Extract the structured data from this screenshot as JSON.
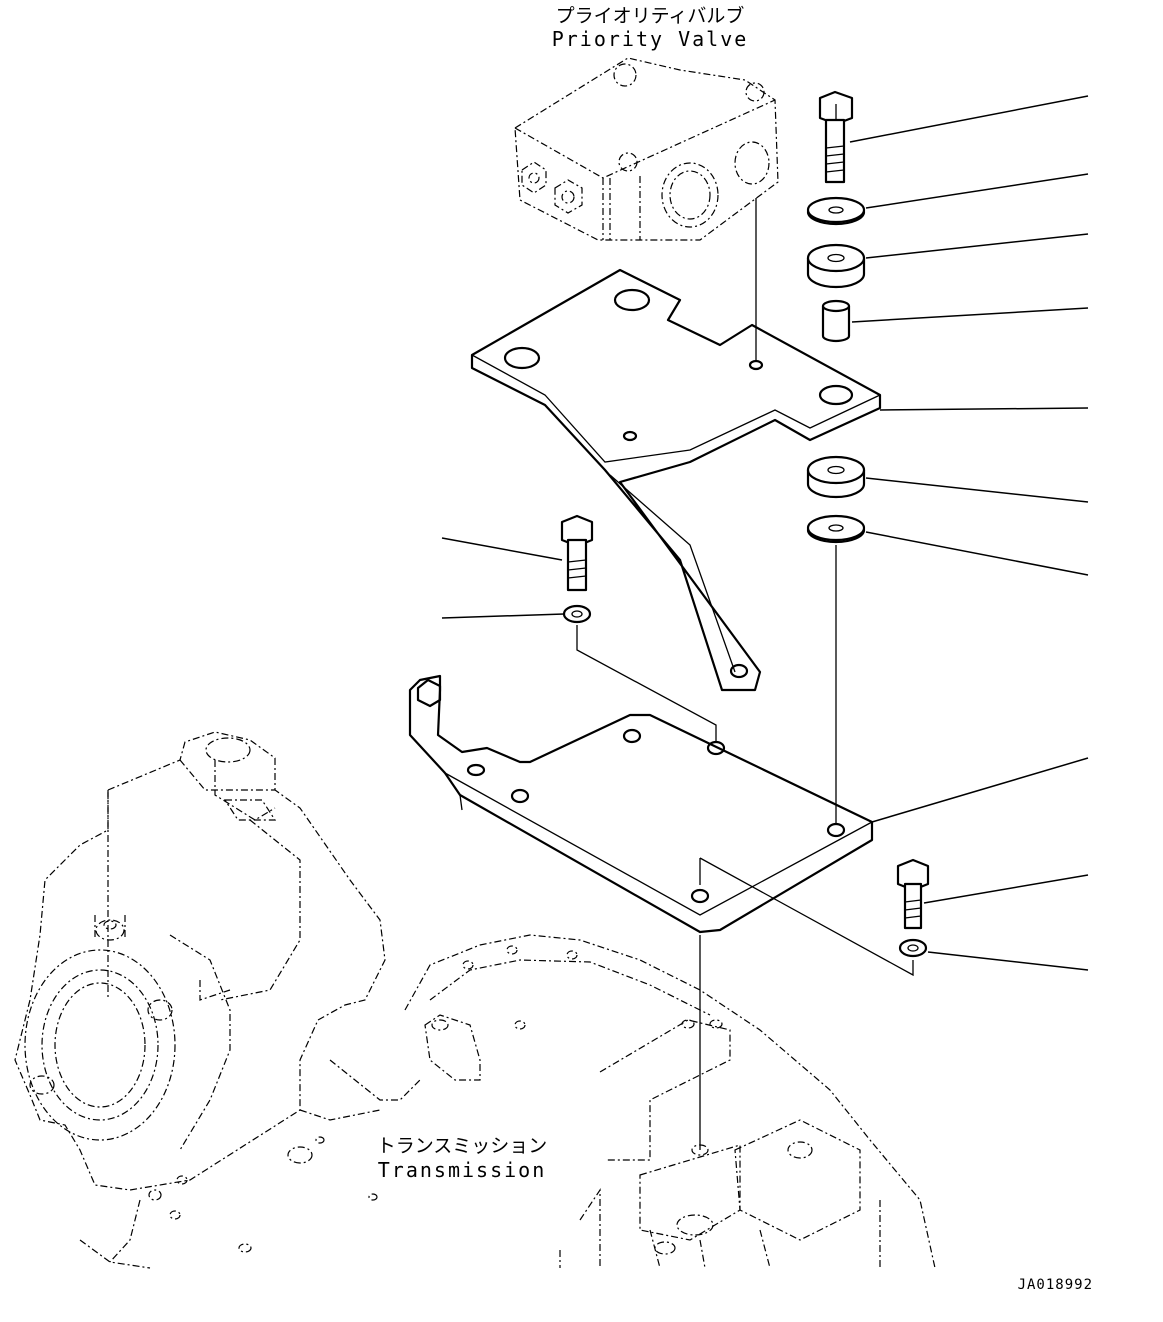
{
  "labels": {
    "priority_valve_jp": "プライオリティバルブ",
    "priority_valve_en": "Priority Valve",
    "transmission_jp": "トランスミッション",
    "transmission_en": "Transmission",
    "drawing_id": "JA018992"
  },
  "icons": [
    "bolt-icon",
    "washer-icon",
    "cushion-icon",
    "collar-icon",
    "bracket-icon",
    "plate-icon"
  ]
}
